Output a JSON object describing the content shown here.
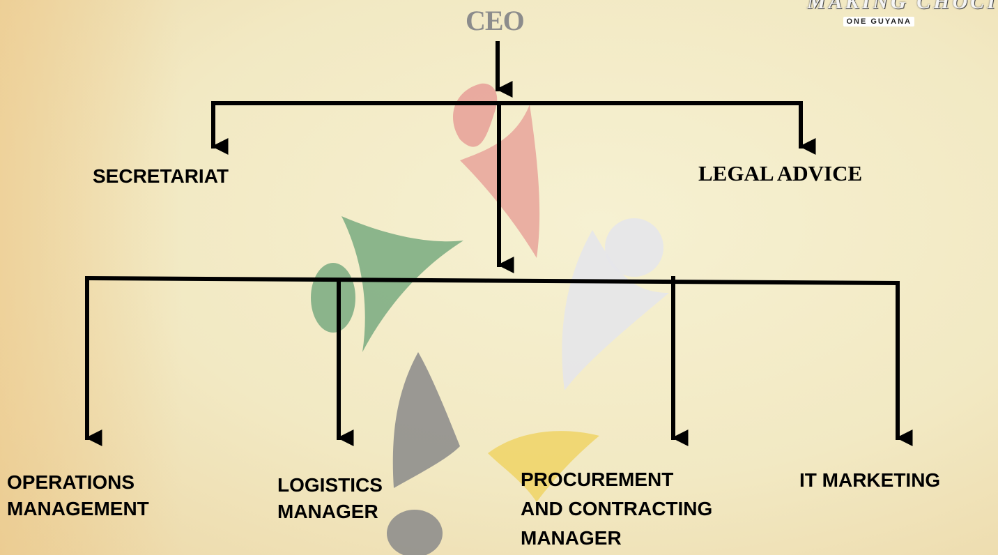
{
  "logo": {
    "wordmark": "MAKING CHOCI",
    "tagline": "ONE GUYANA"
  },
  "org_chart": {
    "root": "CEO",
    "staff": [
      "SECRETARIAT",
      "LEGAL ADVICE"
    ],
    "departments": [
      "OPERATIONS\nMANAGEMENT",
      "LOGISTICS\nMANAGER",
      "PROCUREMENT\nAND CONTRACTING\nMANAGER",
      "IT MARKETING"
    ]
  },
  "colors": {
    "background": "#f2e9c3",
    "connector": "#000000",
    "root_text": "#8c8c8c",
    "watermark_red": "#e8a39a",
    "watermark_green": "#7fae84",
    "watermark_gray": "#8a8a8a",
    "watermark_yellow": "#f0d56a",
    "watermark_light": "#e6e6ea"
  }
}
